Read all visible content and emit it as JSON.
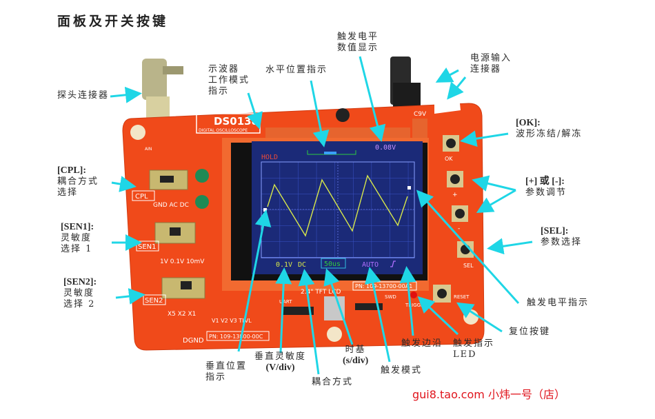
{
  "title": "面板及开关按键",
  "labels": {
    "probe": "探头连接器",
    "cpl_key": "[CPL]:",
    "cpl_desc1": "耦合方式",
    "cpl_desc2": "选择",
    "sen1_key": "[SEN1]:",
    "sen1_desc1": "灵敏度",
    "sen1_desc2": "选择 1",
    "sen2_key": "[SEN2]:",
    "sen2_desc1": "灵敏度",
    "sen2_desc2": "选择 2",
    "mode1": "示波器",
    "mode2": "工作模式",
    "mode3": "指示",
    "hpos": "水平位置指示",
    "trig_val1": "触发电平",
    "trig_val2": "数值显示",
    "power1": "电源输入",
    "power2": "连接器",
    "ok_key": "[OK]:",
    "ok_desc": "波形冻结/解冻",
    "pm_key": "[+] 或 [-]:",
    "pm_desc": "参数调节",
    "sel_key": "[SEL]:",
    "sel_desc": "参数选择",
    "trig_level": "触发电平指示",
    "reset": "复位按键",
    "trig_edge": "触发边沿",
    "trig_led1": "触发指示",
    "trig_led2": "LED",
    "timebase1": "时基",
    "timebase2": "(s/div)",
    "trig_mode": "触发模式",
    "vpos1": "垂直位置",
    "vpos2": "指示",
    "vsens1": "垂直灵敏度",
    "vsens2": "(V/div)",
    "coupling": "耦合方式"
  },
  "board": {
    "model": "DS0138",
    "subtitle": "DIGITAL OSCILLOSCOPE",
    "cpl": "CPL",
    "cpl_opts": "GND  AC  DC",
    "sen1": "SEN1",
    "sen1_opts": "1V  0.1V  10mV",
    "sen2": "SEN2",
    "sen2_opts": "X5  X2  X1",
    "dgnd": "DGND",
    "pn_main": "PN: 109-13800-00C",
    "pn_lcd": "PN: 109-13700-00A1",
    "lcd": "2.4\" TFT LCD",
    "ok": "OK",
    "plus": "+",
    "minus": "-",
    "sel": "SEL",
    "reset": "RESET",
    "triggered": "TRIGGED",
    "uart": "UART",
    "swd": "SWD",
    "power": "C9V",
    "test_points": "V1  V2  V3  TLVL",
    "ain": "AIN"
  },
  "screen": {
    "mode": "HOLD",
    "trigger_value": "0.08V",
    "vdiv": "0.1V",
    "coupling": "DC",
    "timebase": "50us",
    "trigger_mode": "AUTO",
    "trigger_edge_icon": "rising-edge-icon"
  },
  "colors": {
    "board": "#f04a1a",
    "arrow": "#1fd6e6",
    "lcd": "#1b2a78",
    "wave": "#d8e84a",
    "shop": "#e0141c"
  },
  "watermark": "gui8.tao.com 小炜一号（店）"
}
